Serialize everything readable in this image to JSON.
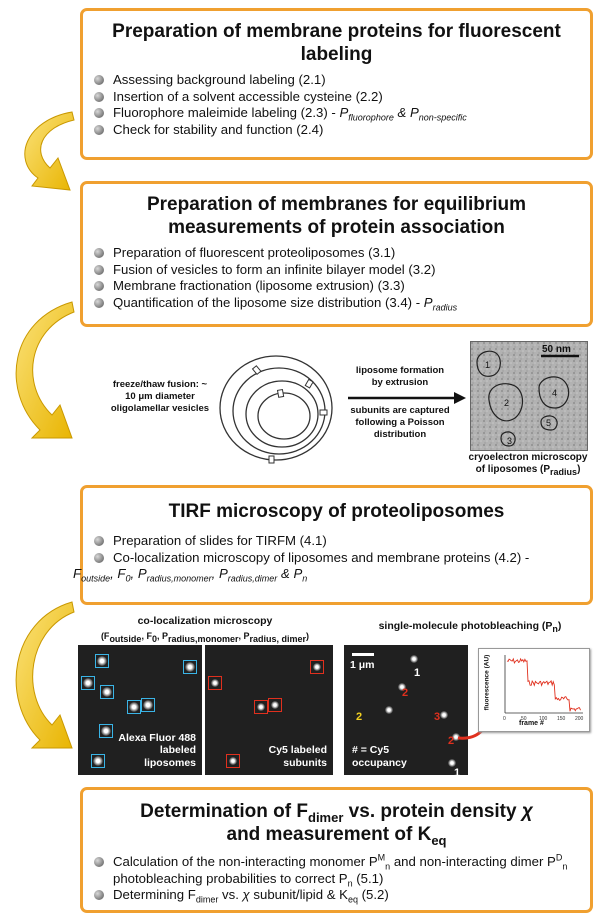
{
  "box1": {
    "title": "Preparation of membrane proteins for fluorescent labeling",
    "items": [
      "Assessing background labeling (2.1)",
      "Insertion of a solvent accessible cysteine (2.2)",
      "Fluorophore maleimide labeling (2.3) - ",
      "Check for stability and function (2.4)"
    ],
    "item3_sym_a": "P",
    "item3_sub_a": "fluorophore",
    "item3_amp": " & ",
    "item3_sym_b": "P",
    "item3_sub_b": "non-specific"
  },
  "box2": {
    "title": "Preparation of membranes for equilibrium measurements of protein association",
    "items": [
      "Preparation of fluorescent proteoliposomes (3.1)",
      "Fusion of vesicles to form an infinite bilayer model (3.2)",
      "Membrane fractionation (liposome extrusion) (3.3)",
      "Quantification of the liposome size distribution (3.4) - "
    ],
    "item4_sym": "P",
    "item4_sub": "radius"
  },
  "vesicles": {
    "left_label": "freeze/thaw fusion: ~ 10 μm diameter oligolamellar vesicles",
    "arrow_top_label": "liposome formation by extrusion",
    "arrow_bottom_label": "subunits are captured following a Poisson distribution",
    "scale_bar": "50 nm",
    "liposome_numbers": [
      "1",
      "2",
      "3",
      "4",
      "5"
    ],
    "cryo_caption_line1": "cryoelectron microscopy",
    "cryo_caption_line2": "of liposomes (P",
    "cryo_caption_sub": "radius",
    "cryo_caption_end": ")"
  },
  "box3": {
    "title": "TIRF microscopy of proteoliposomes",
    "items": [
      "Preparation of slides for TIRFM (4.1)",
      "Co-localization microscopy of liposomes and membrane proteins (4.2) - "
    ],
    "line3": [
      {
        "sym": "F",
        "sub": "outside",
        "sep": ", "
      },
      {
        "sym": "F",
        "sub": "0",
        "sep": ", "
      },
      {
        "sym": "P",
        "sub": "radius,monomer",
        "sep": ", "
      },
      {
        "sym": "P",
        "sub": "radius,dimer",
        "sep": " & "
      },
      {
        "sym": "P",
        "sub": "n",
        "sep": ""
      }
    ]
  },
  "coloc": {
    "title": "co-localization microscopy",
    "subtitle": "(F",
    "subtitle_parts": [
      {
        "sub": "outside",
        "after": ", F"
      },
      {
        "sub": "0",
        "after": ", P"
      },
      {
        "sub": "radius,monomer",
        "after": ", P"
      },
      {
        "sub": "radius, dimer",
        "after": ")"
      }
    ],
    "panel1_text": "Alexa Fluor 488 labeled liposomes",
    "panel2_text": "Cy5 labeled subunits"
  },
  "bleach": {
    "title": "single-molecule photobleaching (P",
    "title_sub": "n",
    "title_end": ")",
    "scale_bar": "1 μm",
    "spot_numbers": [
      "1",
      "2",
      "2",
      "3",
      "2",
      "1"
    ],
    "caption": "# = Cy5 occupancy",
    "plot_ylabel": "fluorescence (AU)",
    "plot_xlabel": "frame #",
    "plot_ticks": [
      "0",
      "50",
      "100",
      "150",
      "200"
    ]
  },
  "box4": {
    "title_line1_a": "Determination of F",
    "title_line1_sub": "dimer",
    "title_line1_b": " vs. protein density ",
    "title_line1_chi": "χ",
    "title_line2_a": "and measurement of K",
    "title_line2_sub": "eq",
    "item1_a": "Calculation of the non-interacting monomer P",
    "item1_sup1": "M",
    "item1_sub1": "n",
    "item1_b": " and non-interacting dimer P",
    "item1_sup2": "D",
    "item1_sub2": "n",
    "item1_c": " photobleaching probabilities to correct P",
    "item1_sub3": "n",
    "item1_d": " (5.1)",
    "item2_a": "Determining F",
    "item2_sub": "dimer",
    "item2_b": " vs. ",
    "item2_chi": "χ",
    "item2_c": " subunit/lipid & K",
    "item2_sub2": "eq",
    "item2_d": " (5.2)"
  },
  "colors": {
    "box_border": "#f0a030",
    "arrow_yellow": "#f2c511",
    "red_arrow": "#e0301e",
    "blue_box": "#3ab4e6",
    "red_box": "#e0301e"
  }
}
